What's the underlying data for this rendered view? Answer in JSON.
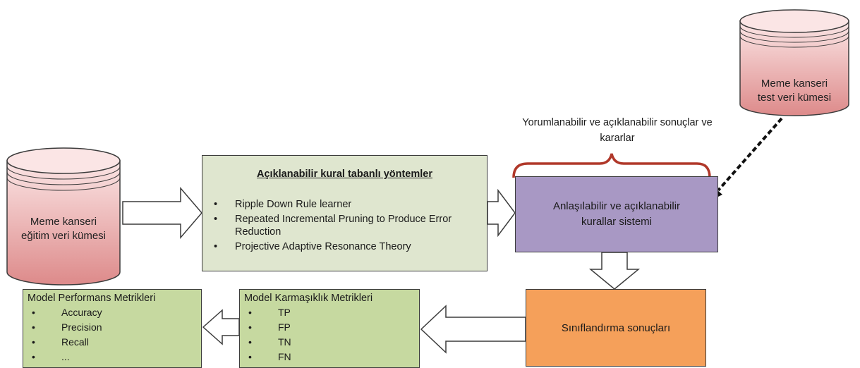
{
  "training_db": {
    "line1": "Meme kanseri",
    "line2": "eğitim veri kümesi"
  },
  "test_db": {
    "line1": "Meme kanseri",
    "line2": "test veri kümesi"
  },
  "methods_box": {
    "title": "Açıklanabilir kural tabanlı yöntemler",
    "items": [
      "Ripple Down Rule learner",
      "Repeated Incremental Pruning to Produce Error Reduction",
      "Projective Adaptive Resonance Theory"
    ]
  },
  "rules_box": {
    "line1": "Anlaşılabilir ve açıklanabilir",
    "line2": "kurallar sistemi"
  },
  "brace_label": {
    "line1": "Yorumlanabilir ve açıklanabilir sonuçlar ve",
    "line2": "kararlar"
  },
  "results_box": {
    "label": "Sınıflandırma sonuçları"
  },
  "complexity_box": {
    "title": "Model Karmaşıklık Metrikleri",
    "items": [
      "TP",
      "FP",
      "TN",
      "FN"
    ]
  },
  "performance_box": {
    "title": "Model Performans Metrikleri",
    "items": [
      "Accuracy",
      "Precision",
      "Recall",
      "..."
    ]
  },
  "colors": {
    "cylinder_top": "#fbe5e5",
    "cylinder_bottom": "#dd8a8a",
    "methods_fill": "#dfe6cf",
    "rules_fill": "#a898c4",
    "results_fill": "#f5a05a",
    "metrics_fill": "#c6d9a0",
    "brace": "#b0382a"
  }
}
